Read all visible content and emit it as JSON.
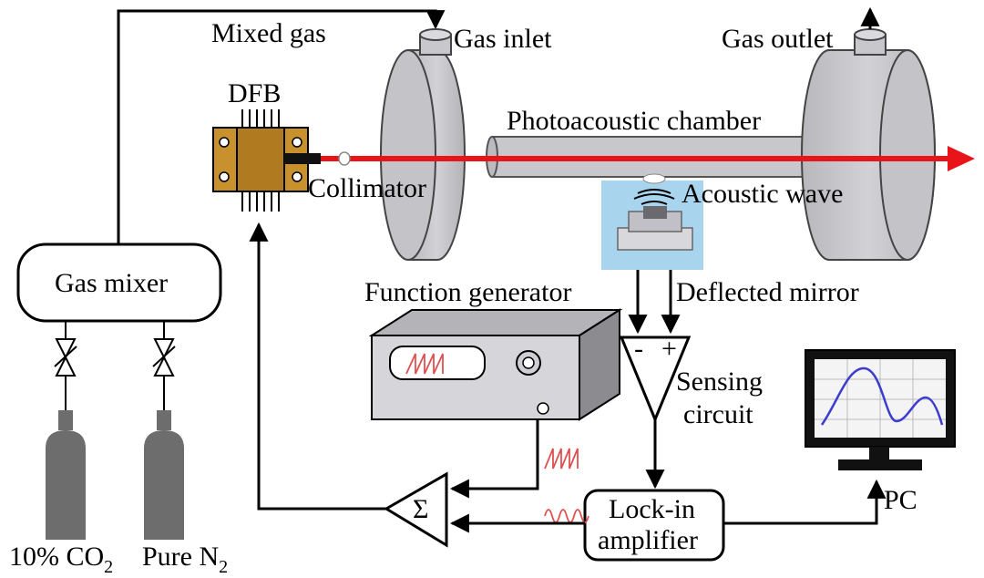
{
  "diagram": {
    "labels": {
      "mixed_gas": "Mixed gas",
      "gas_inlet": "Gas inlet",
      "gas_outlet": "Gas outlet",
      "dfb": "DFB",
      "collimator": "Collimator",
      "photoacoustic_chamber": "Photoacoustic chamber",
      "acoustic_wave": "Acoustic wave",
      "gas_mixer": "Gas mixer",
      "function_generator": "Function generator",
      "deflected_mirror": "Deflected mirror",
      "sensing_circuit_line1": "Sensing",
      "sensing_circuit_line2": "circuit",
      "lockin_line1": "Lock-in",
      "lockin_line2": "amplifier",
      "pc": "PC",
      "co2_prefix": "10% CO",
      "co2_sub": "2",
      "n2_prefix": "Pure N",
      "n2_sub": "2",
      "sum_symbol": "Σ",
      "minus": "-",
      "plus": "+"
    },
    "colors": {
      "laser_beam": "#e8141a",
      "chamber_gray": "#c8c8cc",
      "dfb_gold": "#c8912e",
      "cylinder_gray": "#6d6d6d",
      "mirror_blue": "#a9d4ee",
      "pc_curve": "#3c3ccf",
      "sawtooth_red": "#e05050"
    }
  }
}
